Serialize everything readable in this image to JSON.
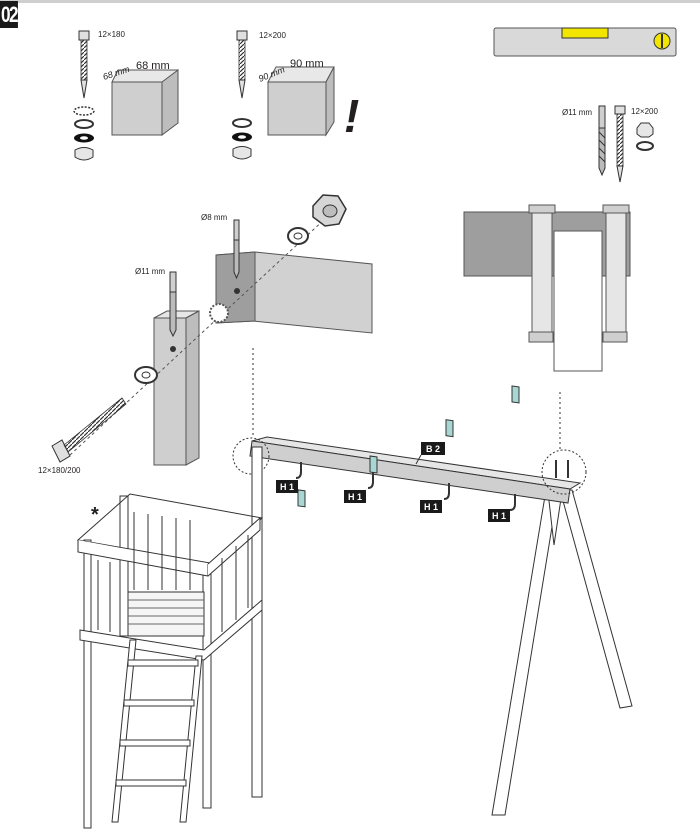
{
  "step": {
    "number": "02"
  },
  "details": {
    "post68": {
      "bolt": "12×180",
      "dim_side": "68 mm",
      "dim_front": "68 mm"
    },
    "post90": {
      "bolt": "12×200",
      "dim_side": "90 mm",
      "dim_front": "90 mm"
    },
    "attention_mark": "!"
  },
  "tools": {
    "drill": "Ø11 mm",
    "bolt": "12×200"
  },
  "exploded": {
    "drill_small": "Ø8 mm",
    "drill_large": "Ø11 mm",
    "bolt": "12×180/200"
  },
  "assembly": {
    "beam_label": "B 2",
    "hook_labels": [
      "H 1",
      "H 1",
      "H 1",
      "H 1"
    ],
    "asterisk": "*"
  }
}
